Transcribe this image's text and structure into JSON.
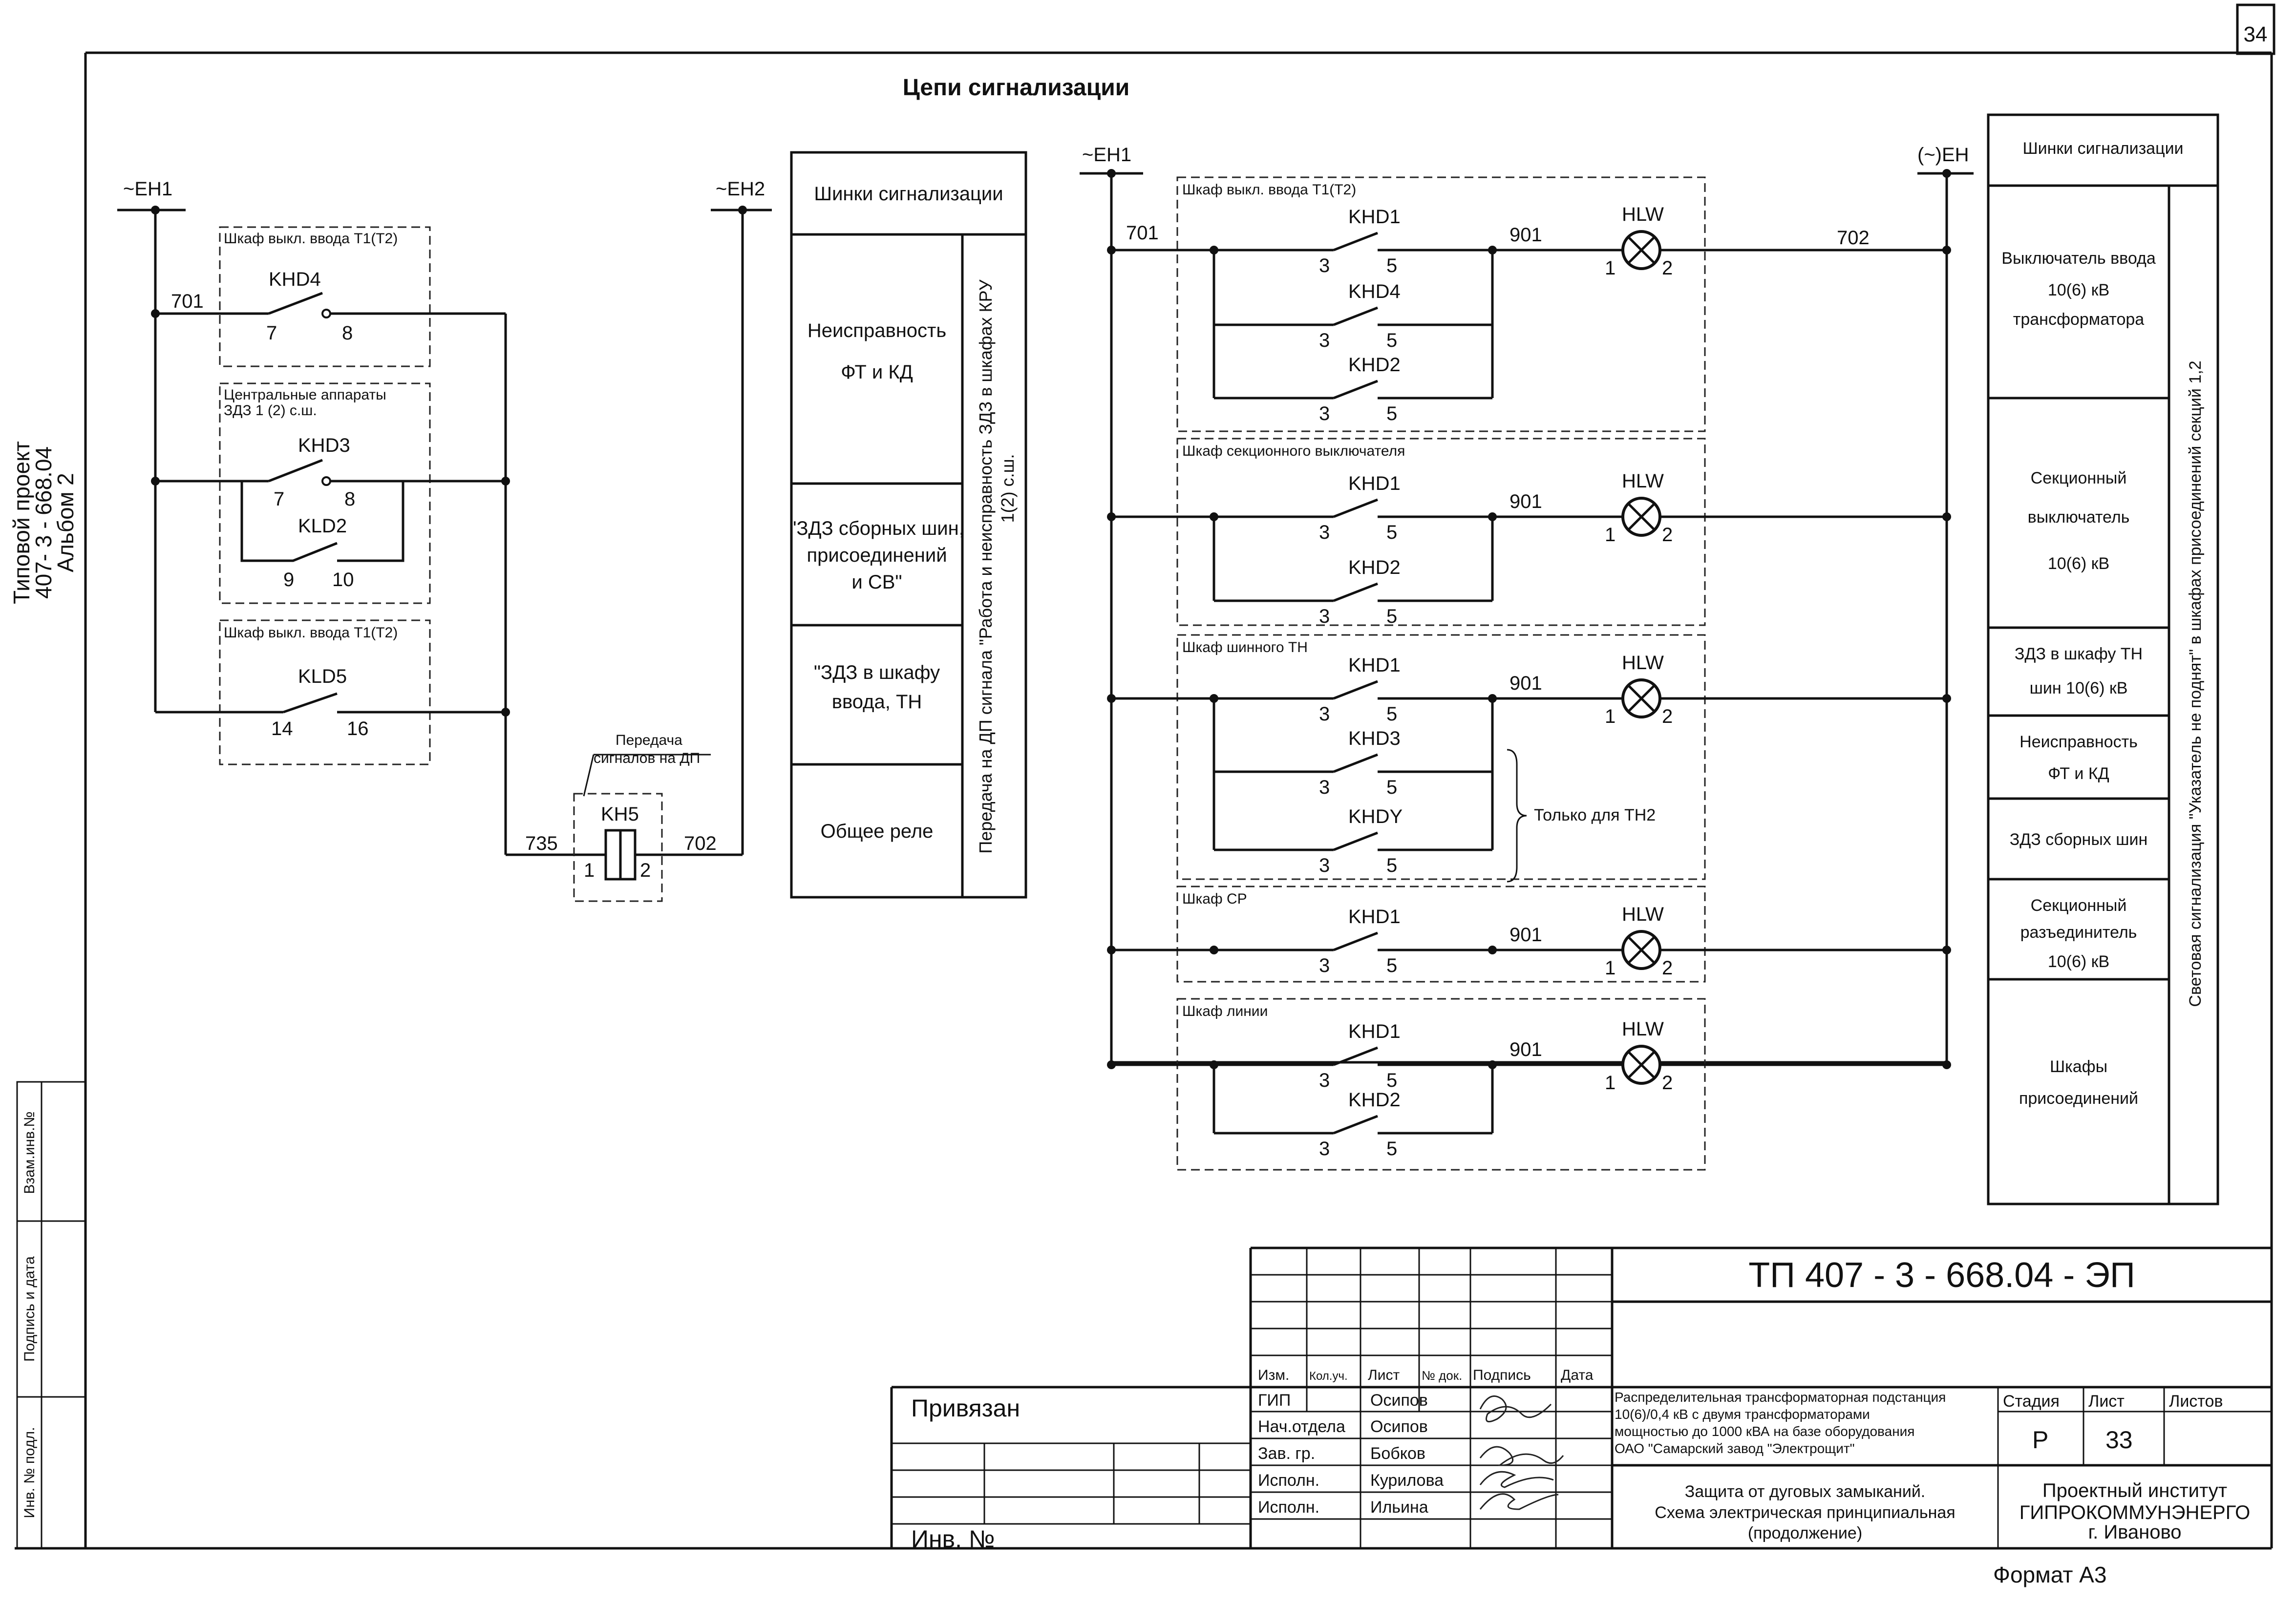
{
  "sheet_number": "34",
  "format": "Формат А3",
  "side": {
    "project_line1": "Типовой проект",
    "project_line2": "407- 3 - 668.04",
    "album": "Альбом 2",
    "vzam_inv": "Взам.инв.№",
    "podpis_data": "Подпись и дата",
    "inv_podl": "Инв. № подл."
  },
  "title": "Цепи сигнализации",
  "left": {
    "bus1": "~ЕН1",
    "bus2": "~ЕН2",
    "wire_701": "701",
    "wire_735": "735",
    "wire_702": "702",
    "box1": {
      "title": "Шкаф выкл. ввода Т1(Т2)",
      "contact": "KHD4",
      "p1": "7",
      "p2": "8"
    },
    "box2": {
      "title1": "Центральные аппараты",
      "title2": "ЗДЗ 1 (2) с.ш.",
      "c1": "KHD3",
      "c1p1": "7",
      "c1p2": "8",
      "c2": "KLD2",
      "c2p1": "9",
      "c2p2": "10"
    },
    "box3": {
      "title": "Шкаф выкл. ввода Т1(Т2)",
      "contact": "KLD5",
      "p1": "14",
      "p2": "16"
    },
    "relay": {
      "note1": "Передача",
      "note2": "сигналов на ДП",
      "name": "KH5",
      "p1": "1",
      "p2": "2"
    }
  },
  "left_table": {
    "header": "Шинки сигнализации",
    "rows": [
      {
        "l1": "Неисправность",
        "l2": "ФТ и КД"
      },
      {
        "l1": "\"ЗДЗ сборных шин,",
        "l2": "присоединений",
        "l3": "и СВ\""
      },
      {
        "l1": "\"ЗДЗ в шкафу",
        "l2": "ввода, ТН"
      },
      {
        "l1": "Общее реле"
      }
    ],
    "vertical1": "Передача на ДП сигнала \"Работа и неисправность ЗДЗ в шкафах КРУ",
    "vertical2": "1(2) с.ш."
  },
  "right": {
    "bus1": "~ЕН1",
    "bus2": "(~)ЕН",
    "wire_701": "701",
    "wire_702": "702",
    "wire_901": "901",
    "lamp": "HLW",
    "lamp_p1": "1",
    "lamp_p2": "2",
    "p3": "3",
    "p5": "5",
    "only_th2": "Только для ТН2",
    "boxes": [
      {
        "title": "Шкаф выкл. ввода Т1(Т2)",
        "contacts": [
          "KHD1",
          "KHD4",
          "KHD2"
        ]
      },
      {
        "title": "Шкаф секционного выключателя",
        "contacts": [
          "KHD1",
          "KHD2"
        ]
      },
      {
        "title": "Шкаф шинного ТН",
        "contacts": [
          "KHD1",
          "KHD3",
          "KHDY"
        ]
      },
      {
        "title": "Шкаф СР",
        "contacts": [
          "KHD1"
        ]
      },
      {
        "title": "Шкаф линии",
        "contacts": [
          "KHD1",
          "KHD2"
        ]
      }
    ]
  },
  "right_table": {
    "header": "Шинки сигнализации",
    "rows": [
      {
        "l1": "Выключатель ввода",
        "l2": "10(6) кВ",
        "l3": "трансформатора"
      },
      {
        "l1": "Секционный",
        "l2": "выключатель",
        "l3": "10(6) кВ"
      },
      {
        "l1": "ЗДЗ в шкафу ТН",
        "l2": "шин 10(6) кВ"
      },
      {
        "l1": "Неисправность",
        "l2": "ФТ и КД"
      },
      {
        "l1": "ЗДЗ сборных шин"
      },
      {
        "l1": "Секционный",
        "l2": "разъединитель",
        "l3": "10(6) кВ"
      },
      {
        "l1": "Шкафы",
        "l2": "присоединений"
      }
    ],
    "vertical": "Световая сигнализация \"Указатель не поднят\" в шкафах присоединений секций 1,2"
  },
  "stamp": {
    "code": "ТП 407 - 3 - 668.04 - ЭП",
    "privyazan": "Привязан",
    "inv_no": "Инв. №",
    "cols": [
      "Изм.",
      "Кол.уч.",
      "Лист",
      "№ док.",
      "Подпись",
      "Дата"
    ],
    "staff": [
      {
        "role": "ГИП",
        "name": "Осипов"
      },
      {
        "role": "Нач.отдела",
        "name": "Осипов"
      },
      {
        "role": "Зав. гр.",
        "name": "Бобков"
      },
      {
        "role": "Исполн.",
        "name": "Курилова"
      },
      {
        "role": "Исполн.",
        "name": "Ильина"
      }
    ],
    "desc1": "Распределительная трансформаторная подстанция",
    "desc2": "10(6)/0,4 кВ с двумя трансформаторами",
    "desc3": "мощностью до 1000 кВА на базе оборудования",
    "desc4": "ОАО \"Самарский завод \"Электрощит\"",
    "name1": "Защита от дуговых замыканий.",
    "name2": "Схема электрическая принципиальная",
    "name3": "(продолжение)",
    "stadiya": "Стадия",
    "list": "Лист",
    "listov": "Листов",
    "stage_val": "Р",
    "sheet_val": "33",
    "inst1": "Проектный институт",
    "inst2": "ГИПРОКОММУНЭНЕРГО",
    "inst3": "г. Иваново"
  }
}
